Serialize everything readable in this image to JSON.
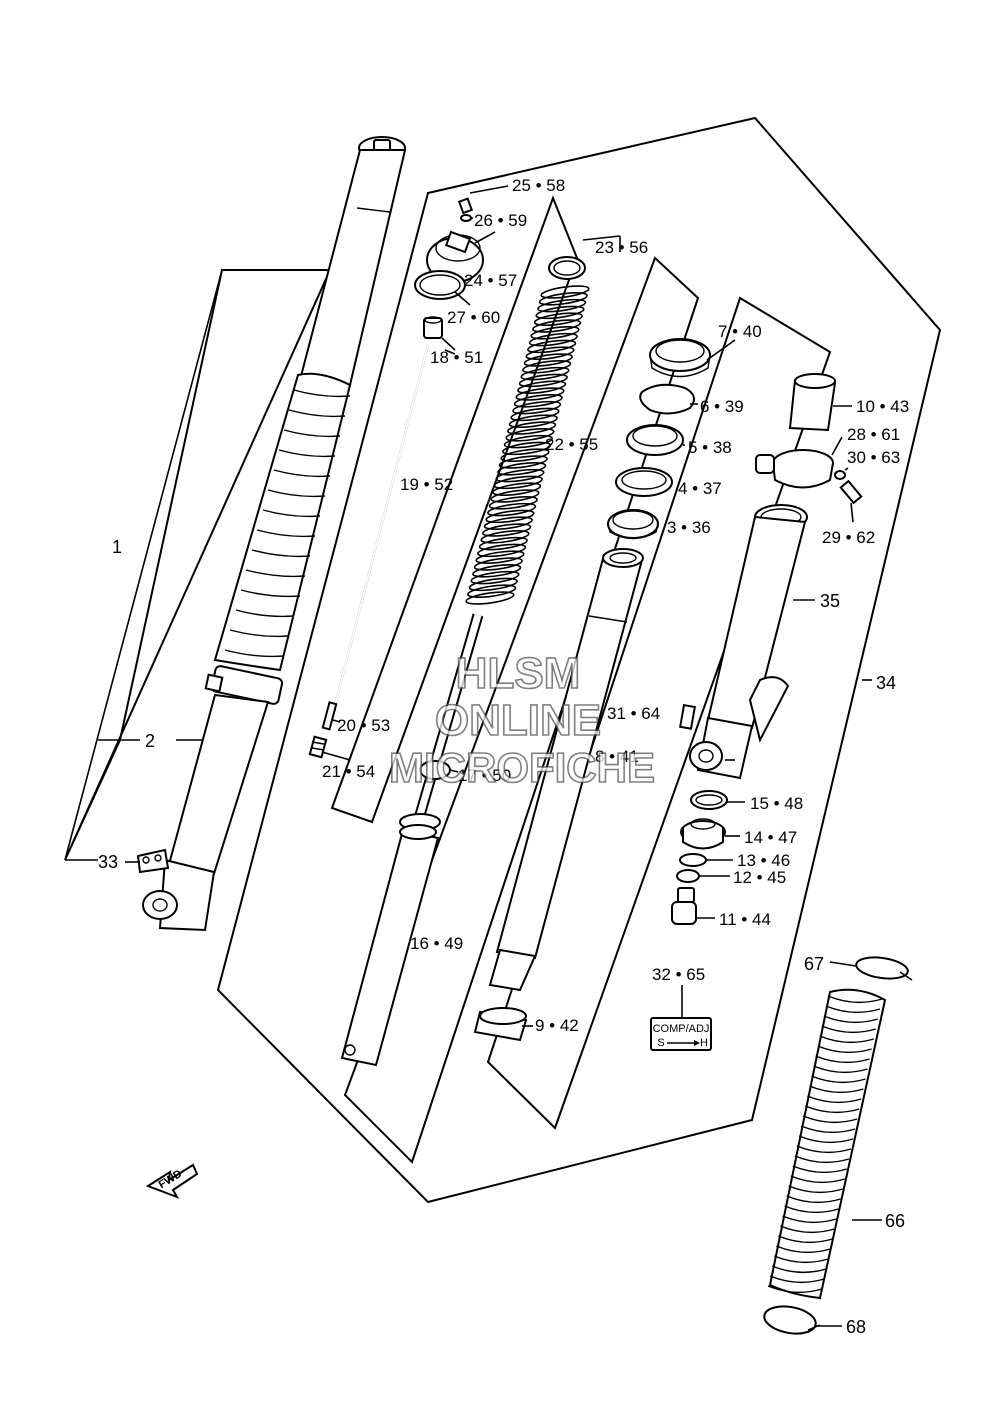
{
  "watermark": {
    "line1": "HLSM",
    "line2": "ONLINE",
    "line3": "MICROFICHE"
  },
  "direction_badge": "FWD",
  "compression_tag": {
    "line1": "COMP/ADJ",
    "line2": "S",
    "line3": "H"
  },
  "callouts": {
    "c1": "1",
    "c2": "2",
    "c33": "33",
    "c25": "25 • 58",
    "c26": "26 • 59",
    "c24": "24 • 57",
    "c27": "27 • 60",
    "c18": "18 • 51",
    "c19": "19 • 52",
    "c20": "20 • 53",
    "c21": "21 • 54",
    "c17": "17 • 50",
    "c16": "16 • 49",
    "c23": "23 • 56",
    "c22": "22 • 55",
    "c7": "7 • 40",
    "c6": "6 • 39",
    "c5": "5 • 38",
    "c4": "4 • 37",
    "c3": "3 • 36",
    "c8": "8 • 41",
    "c9": "9 • 42",
    "c10": "10 • 43",
    "c28": "28 • 61",
    "c30": "30 • 63",
    "c29": "29 • 62",
    "c35": "35",
    "c34": "34",
    "c31": "31 • 64",
    "c15": "15 • 48",
    "c14": "14 • 47",
    "c13": "13 • 46",
    "c12": "12 • 45",
    "c11": "11 • 44",
    "c32": "32 • 65",
    "c67": "67",
    "c66": "66",
    "c68": "68"
  }
}
